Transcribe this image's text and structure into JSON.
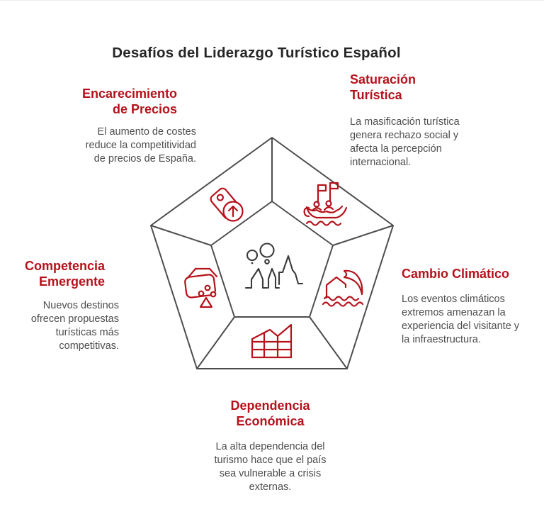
{
  "title": "Desafíos del Liderazgo Turístico Español",
  "colors": {
    "accent_red": "#b5121b",
    "title_text": "#262626",
    "body_text": "#4d4d4d",
    "pentagon_line": "#4d4d4d",
    "center_icon": "#3a3a3a",
    "background": "#ffffff"
  },
  "diagram": {
    "shape": "pentagon",
    "center_icon": "mountains-balloons-icon"
  },
  "sections": [
    {
      "id": "encarecimiento",
      "position": "top-left",
      "label": "Encarecimiento de Precios",
      "description": "El aumento de costes reduce la competitividad de precios de España.",
      "icon": "price-tag-up-arrow-icon"
    },
    {
      "id": "saturacion",
      "position": "top-right",
      "label": "Saturación Turística",
      "description": "La masificación turística genera rechazo social y afecta la percepción internacional.",
      "icon": "crowded-boat-icon"
    },
    {
      "id": "competencia",
      "position": "left",
      "label": "Competencia Emergente",
      "description": "Nuevos destinos ofrecen propuestas turísticas más competitivas.",
      "icon": "basket-new-offers-icon"
    },
    {
      "id": "cambio",
      "position": "right",
      "label": "Cambio Climático",
      "description": "Los eventos climáticos extremos amenazan la experiencia del visitante y la infraestructura.",
      "icon": "house-wave-icon"
    },
    {
      "id": "dependencia",
      "position": "bottom",
      "label": "Dependencia Económica",
      "description": "La alta dependencia del turismo hace que el país sea vulnerable a crisis externas.",
      "icon": "factory-grid-icon"
    }
  ]
}
